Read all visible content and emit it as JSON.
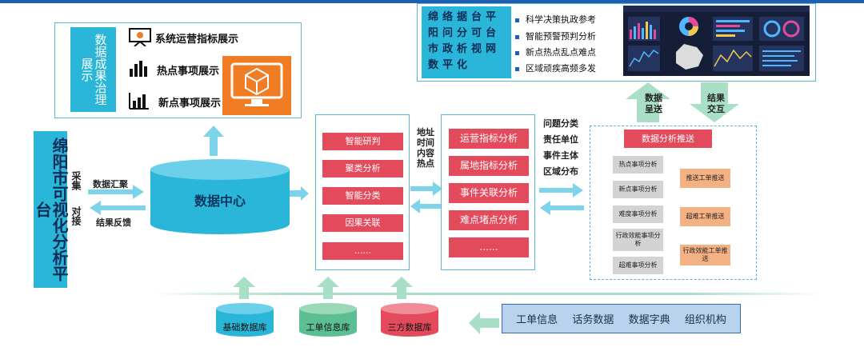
{
  "platform_title": "绵阳市可视化分析平台",
  "left_labels": {
    "collect": "采集",
    "docking": "对接",
    "aggregation": "数据汇聚",
    "feedback": "结果反馈"
  },
  "display": {
    "governance_label": "数据成果治理展示",
    "items": [
      "系统运营指标展示",
      "热点事项展示",
      "新点事项展示"
    ]
  },
  "data_center": {
    "label": "数据中心"
  },
  "analysis1": {
    "items": [
      "智能研判",
      "聚类分析",
      "智能分类",
      "因果关联",
      "......"
    ]
  },
  "mid_labels": [
    "地址",
    "时间",
    "内容",
    "热点"
  ],
  "analysis2": {
    "items": [
      "运营指标分析",
      "属地指标分析",
      "事件关联分析",
      "难点堵点分析",
      "......"
    ]
  },
  "right_labels": [
    "问题分类",
    "责任单位",
    "事件主体",
    "区域分布"
  ],
  "push": {
    "title": "数据分析推送",
    "grey_items": [
      "热点事项分析",
      "新点事项分析",
      "难度事项分析",
      "行政效能事项分析",
      "超难事项分析"
    ],
    "orange_items": [
      "推送工单推送",
      "超难工单推送",
      "行政效能工单推送"
    ]
  },
  "arrows": {
    "present": "数据呈送",
    "interact": "结果交互"
  },
  "top_right": {
    "title": "绵络据台平阳问分可台市政析视网数平化",
    "bullets": [
      "科学决策执政参考",
      "智能预警预判分析",
      "新点热点乱点难点",
      "区域顽疾高频多发"
    ]
  },
  "databases": [
    "基础数据库",
    "工单信息库",
    "三方数据库"
  ],
  "sources": [
    "工单信息",
    "话务数据",
    "数据字典",
    "组织机构"
  ],
  "colors": {
    "accent_blue": "#29b6d8",
    "red": "#e34b5c",
    "orange": "#f07c23",
    "green": "#5cbf93",
    "arrow": "#7dd4ea"
  }
}
